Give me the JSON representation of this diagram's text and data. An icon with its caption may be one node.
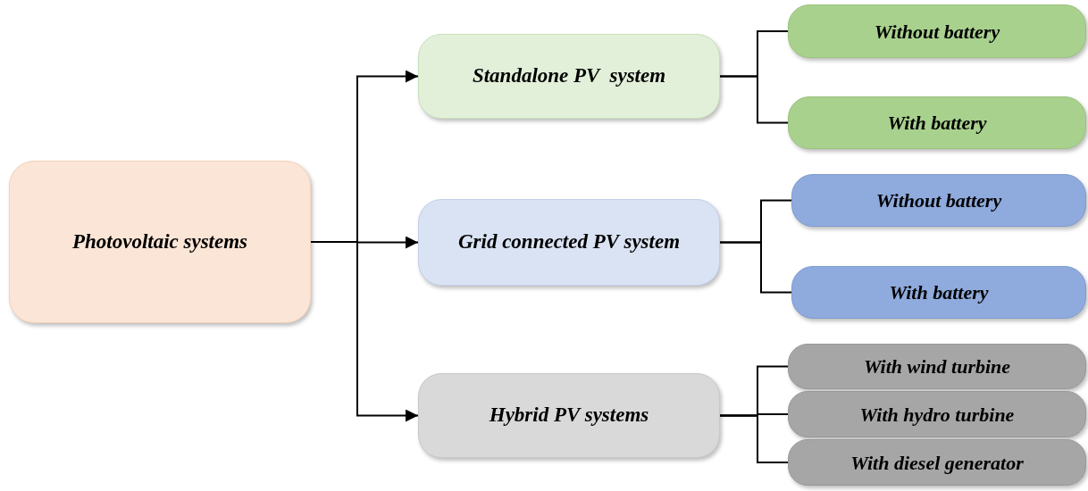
{
  "diagram": {
    "nodes": [
      {
        "text": [
          "Photovoltaic systems"
        ]
      },
      {
        "text": [
          "Standalone PV  system"
        ]
      },
      {
        "text": [
          "Grid connected PV system"
        ]
      },
      {
        "text": [
          "Hybrid PV systems"
        ]
      },
      {
        "text": [
          "Without battery"
        ]
      },
      {
        "text": [
          "With battery"
        ]
      },
      {
        "text": [
          "Without battery"
        ]
      },
      {
        "text": [
          "With battery"
        ]
      },
      {
        "text": [
          "With wind turbine"
        ]
      },
      {
        "text": [
          "With hydro turbine"
        ]
      },
      {
        "text": [
          "With diesel generator"
        ]
      }
    ],
    "edges": [
      {
        "from": 0,
        "to": 1,
        "arrow": "to"
      },
      {
        "from": 0,
        "to": 2,
        "arrow": "to"
      },
      {
        "from": 0,
        "to": 3,
        "arrow": "to"
      },
      {
        "from": 1,
        "to": 4,
        "arrow": "none"
      },
      {
        "from": 1,
        "to": 5,
        "arrow": "none"
      },
      {
        "from": 2,
        "to": 6,
        "arrow": "none"
      },
      {
        "from": 2,
        "to": 7,
        "arrow": "none"
      },
      {
        "from": 3,
        "to": 8,
        "arrow": "none"
      },
      {
        "from": 3,
        "to": 9,
        "arrow": "none"
      },
      {
        "from": 3,
        "to": 10,
        "arrow": "none"
      }
    ]
  }
}
